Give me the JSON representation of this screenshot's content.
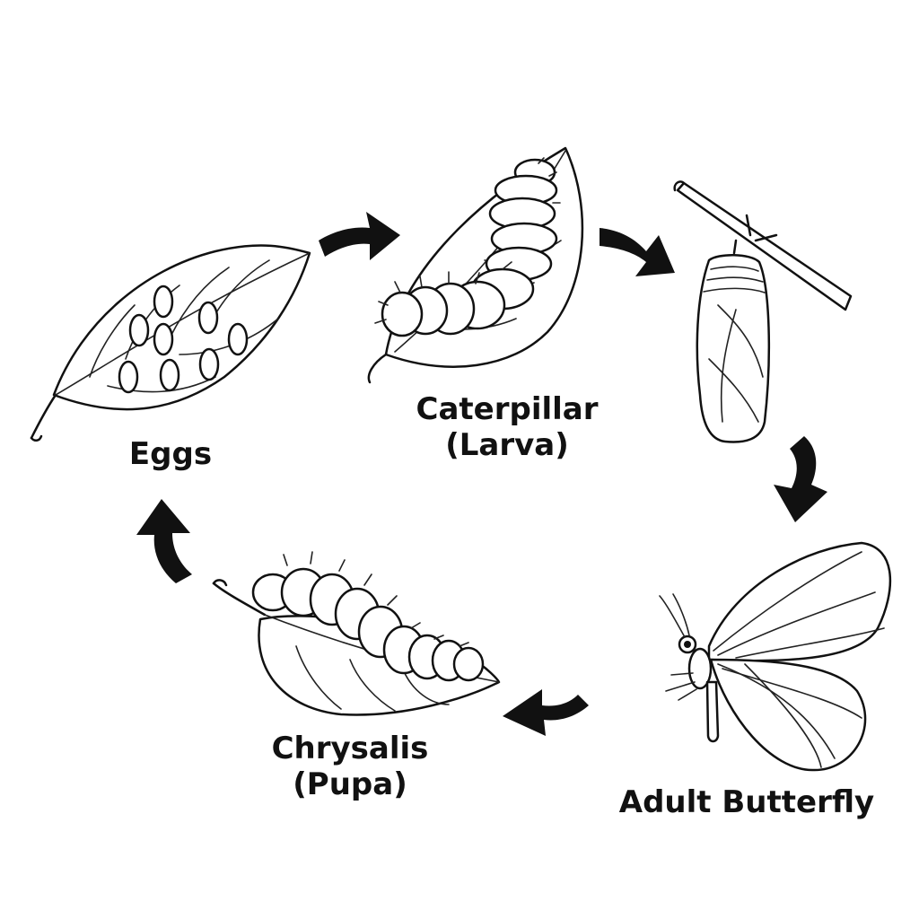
{
  "stages": {
    "eggs": {
      "label": "Eggs"
    },
    "caterpillar": {
      "line1": "Caterpillar",
      "line2": "(Larva)"
    },
    "butterfly": {
      "label": "Adult Butterfly"
    },
    "chrysalis": {
      "line1": "Chrysalis",
      "line2": "(Pupa)"
    }
  },
  "colors": {
    "ink": "#111111",
    "background": "#ffffff"
  }
}
